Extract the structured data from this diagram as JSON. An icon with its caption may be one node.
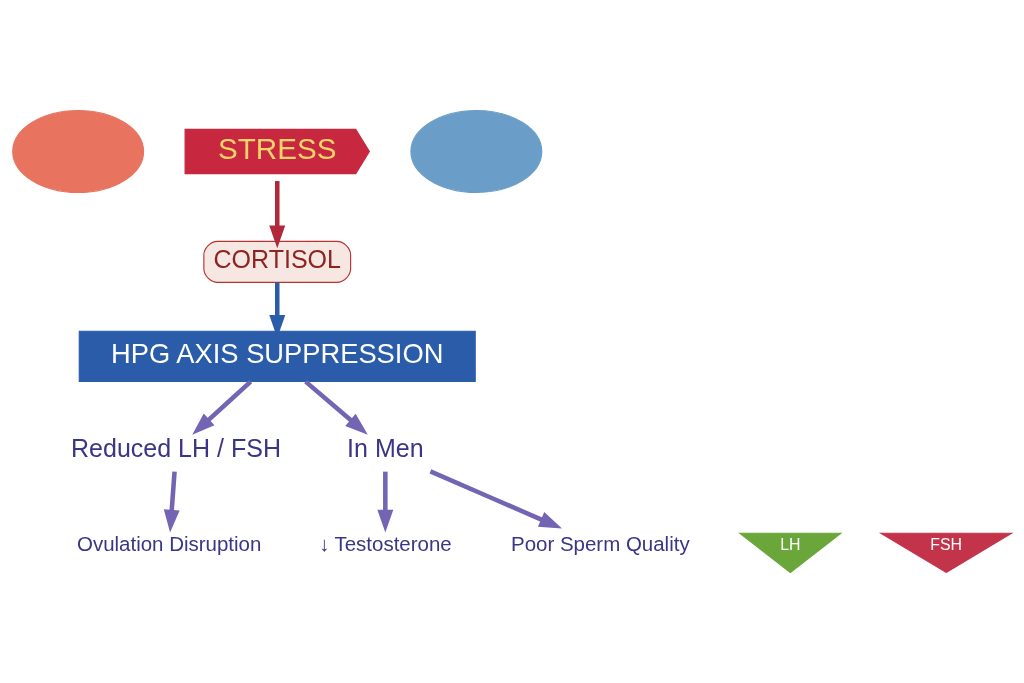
{
  "diagram": {
    "nodes": [
      {
        "text": [],
        "shape": "person"
      },
      {
        "text": [
          "STRESS"
        ]
      },
      {
        "text": [],
        "shape": "person"
      },
      {
        "text": [
          "CORTISOL"
        ]
      },
      {
        "text": [
          "HPG AXIS SUPPRESSION"
        ]
      },
      {
        "text": [
          "Reduced LH / FSH"
        ]
      },
      {
        "text": [
          "LH"
        ]
      },
      {
        "text": [
          "FSH"
        ]
      },
      {
        "text": [
          "Ovulation Disruption"
        ]
      },
      {
        "text": [
          "In Men"
        ]
      },
      {
        "text": [
          "↓ Testosterone"
        ]
      },
      {
        "text": [
          "Poor Sperm Quality"
        ]
      }
    ],
    "edges": [
      {
        "from": 1,
        "to": 3,
        "arrow": "to",
        "color": "#b0283a"
      },
      {
        "from": 3,
        "to": 4,
        "arrow": "to",
        "color": "#2a5caa"
      },
      {
        "from": 4,
        "to": 5,
        "arrow": "to"
      },
      {
        "from": 4,
        "to": 9,
        "arrow": "to"
      },
      {
        "from": 5,
        "to": 8,
        "arrow": "to"
      },
      {
        "from": 9,
        "to": 10,
        "arrow": "to"
      },
      {
        "from": 9,
        "to": 11,
        "arrow": "to"
      }
    ]
  }
}
